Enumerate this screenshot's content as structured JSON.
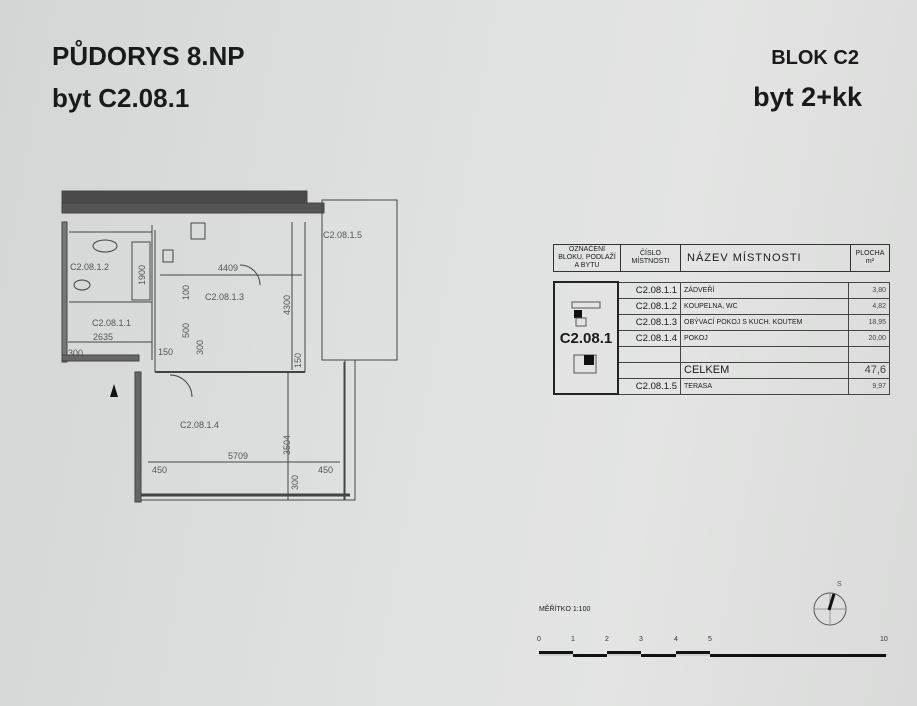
{
  "header": {
    "title": "PŮDORYS 8.NP",
    "unit": "byt C2.08.1",
    "block": "BLOK C2",
    "type": "byt 2+kk"
  },
  "plan": {
    "labels": {
      "r1": "C2.08.1.1",
      "r2": "C2.08.1.2",
      "r3": "C2.08.1.3",
      "r4": "C2.08.1.4",
      "r5": "C2.08.1.5"
    },
    "dims": [
      "4409",
      "1900",
      "4300",
      "100",
      "500",
      "300",
      "2635",
      "300",
      "150",
      "150",
      "3504",
      "5709",
      "450",
      "300",
      "450"
    ]
  },
  "table": {
    "headers": {
      "block": "OZNAČENÍ BLOKU, PODLAŽÍ A BYTU",
      "number": "ČÍSLO MÍSTNOSTI",
      "name": "NÁZEV MÍSTNOSTI",
      "area": "PLOCHA m²"
    },
    "apartment": "C2.08.1",
    "rows": [
      {
        "number": "C2.08.1.1",
        "name": "ZÁDVEŘÍ",
        "area": "3,80"
      },
      {
        "number": "C2.08.1.2",
        "name": "KOUPELNA, WC",
        "area": "4,82"
      },
      {
        "number": "C2.08.1.3",
        "name": "OBÝVACÍ POKOJ S KUCH. KOUTEM",
        "area": "18,95"
      },
      {
        "number": "C2.08.1.4",
        "name": "POKOJ",
        "area": "20,00"
      }
    ],
    "total_label": "CELKEM",
    "total": "47,6",
    "terrace": {
      "number": "C2.08.1.5",
      "name": "TERASA",
      "area": "9,97"
    }
  },
  "scale": {
    "label": "MĚŘÍTKO 1:100",
    "ticks": [
      "0",
      "1",
      "2",
      "3",
      "4",
      "5",
      "10"
    ],
    "north": "S"
  }
}
